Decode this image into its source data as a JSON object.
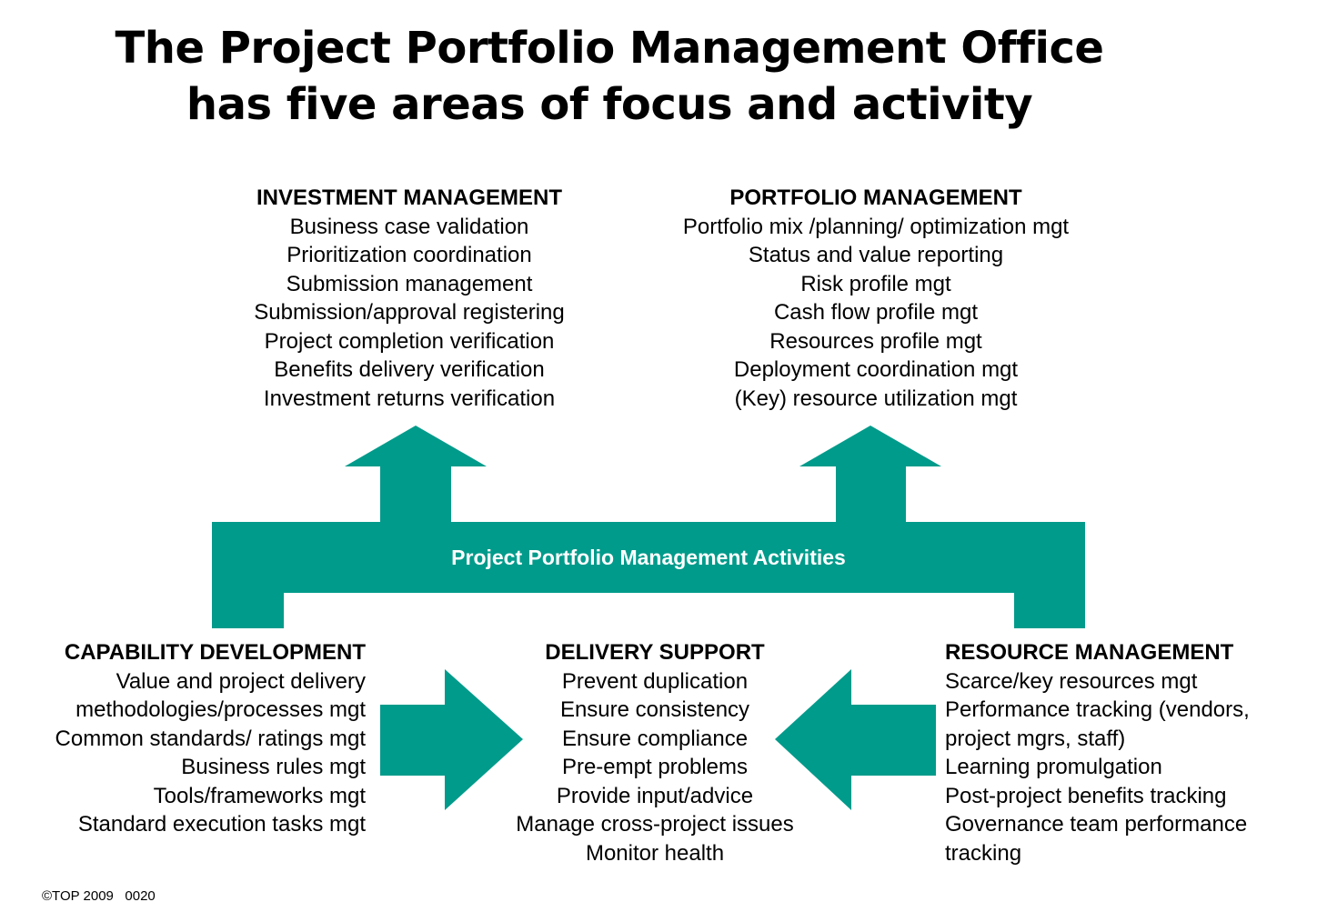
{
  "title": {
    "line1": "The Project Portfolio Management Office",
    "line2": "has five areas of focus and activity"
  },
  "colors": {
    "accent": "#009B8B",
    "text": "#000000",
    "background": "#FFFFFF",
    "band_text": "#FFFFFF"
  },
  "band": {
    "label": "Project Portfolio Management Activities"
  },
  "areas": {
    "investment": {
      "heading": "INVESTMENT MANAGEMENT",
      "items": [
        "Business case validation",
        "Prioritization coordination",
        "Submission management",
        "Submission/approval registering",
        "Project completion verification",
        "Benefits delivery verification",
        "Investment returns verification"
      ]
    },
    "portfolio": {
      "heading": "PORTFOLIO MANAGEMENT",
      "items": [
        "Portfolio mix /planning/ optimization mgt",
        "Status and value reporting",
        "Risk profile mgt",
        "Cash flow profile mgt",
        "Resources profile mgt",
        "Deployment coordination mgt",
        "(Key) resource utilization mgt"
      ]
    },
    "capability": {
      "heading": "CAPABILITY DEVELOPMENT",
      "items": [
        "Value and project delivery",
        "methodologies/processes mgt",
        "Common standards/ ratings mgt",
        "Business rules mgt",
        "Tools/frameworks mgt",
        "Standard execution tasks mgt"
      ]
    },
    "delivery": {
      "heading": "DELIVERY SUPPORT",
      "items": [
        "Prevent duplication",
        "Ensure consistency",
        "Ensure compliance",
        "Pre-empt problems",
        "Provide input/advice",
        "Manage cross-project issues",
        "Monitor health"
      ]
    },
    "resource": {
      "heading": "RESOURCE MANAGEMENT",
      "items": [
        "Scarce/key resources mgt",
        "Performance tracking (vendors,",
        "project mgrs, staff)",
        "Learning promulgation",
        "Post-project benefits tracking",
        "Governance team performance",
        "tracking"
      ]
    }
  },
  "footer": {
    "copyright": "©TOP 2009",
    "slide_number": "0020"
  }
}
